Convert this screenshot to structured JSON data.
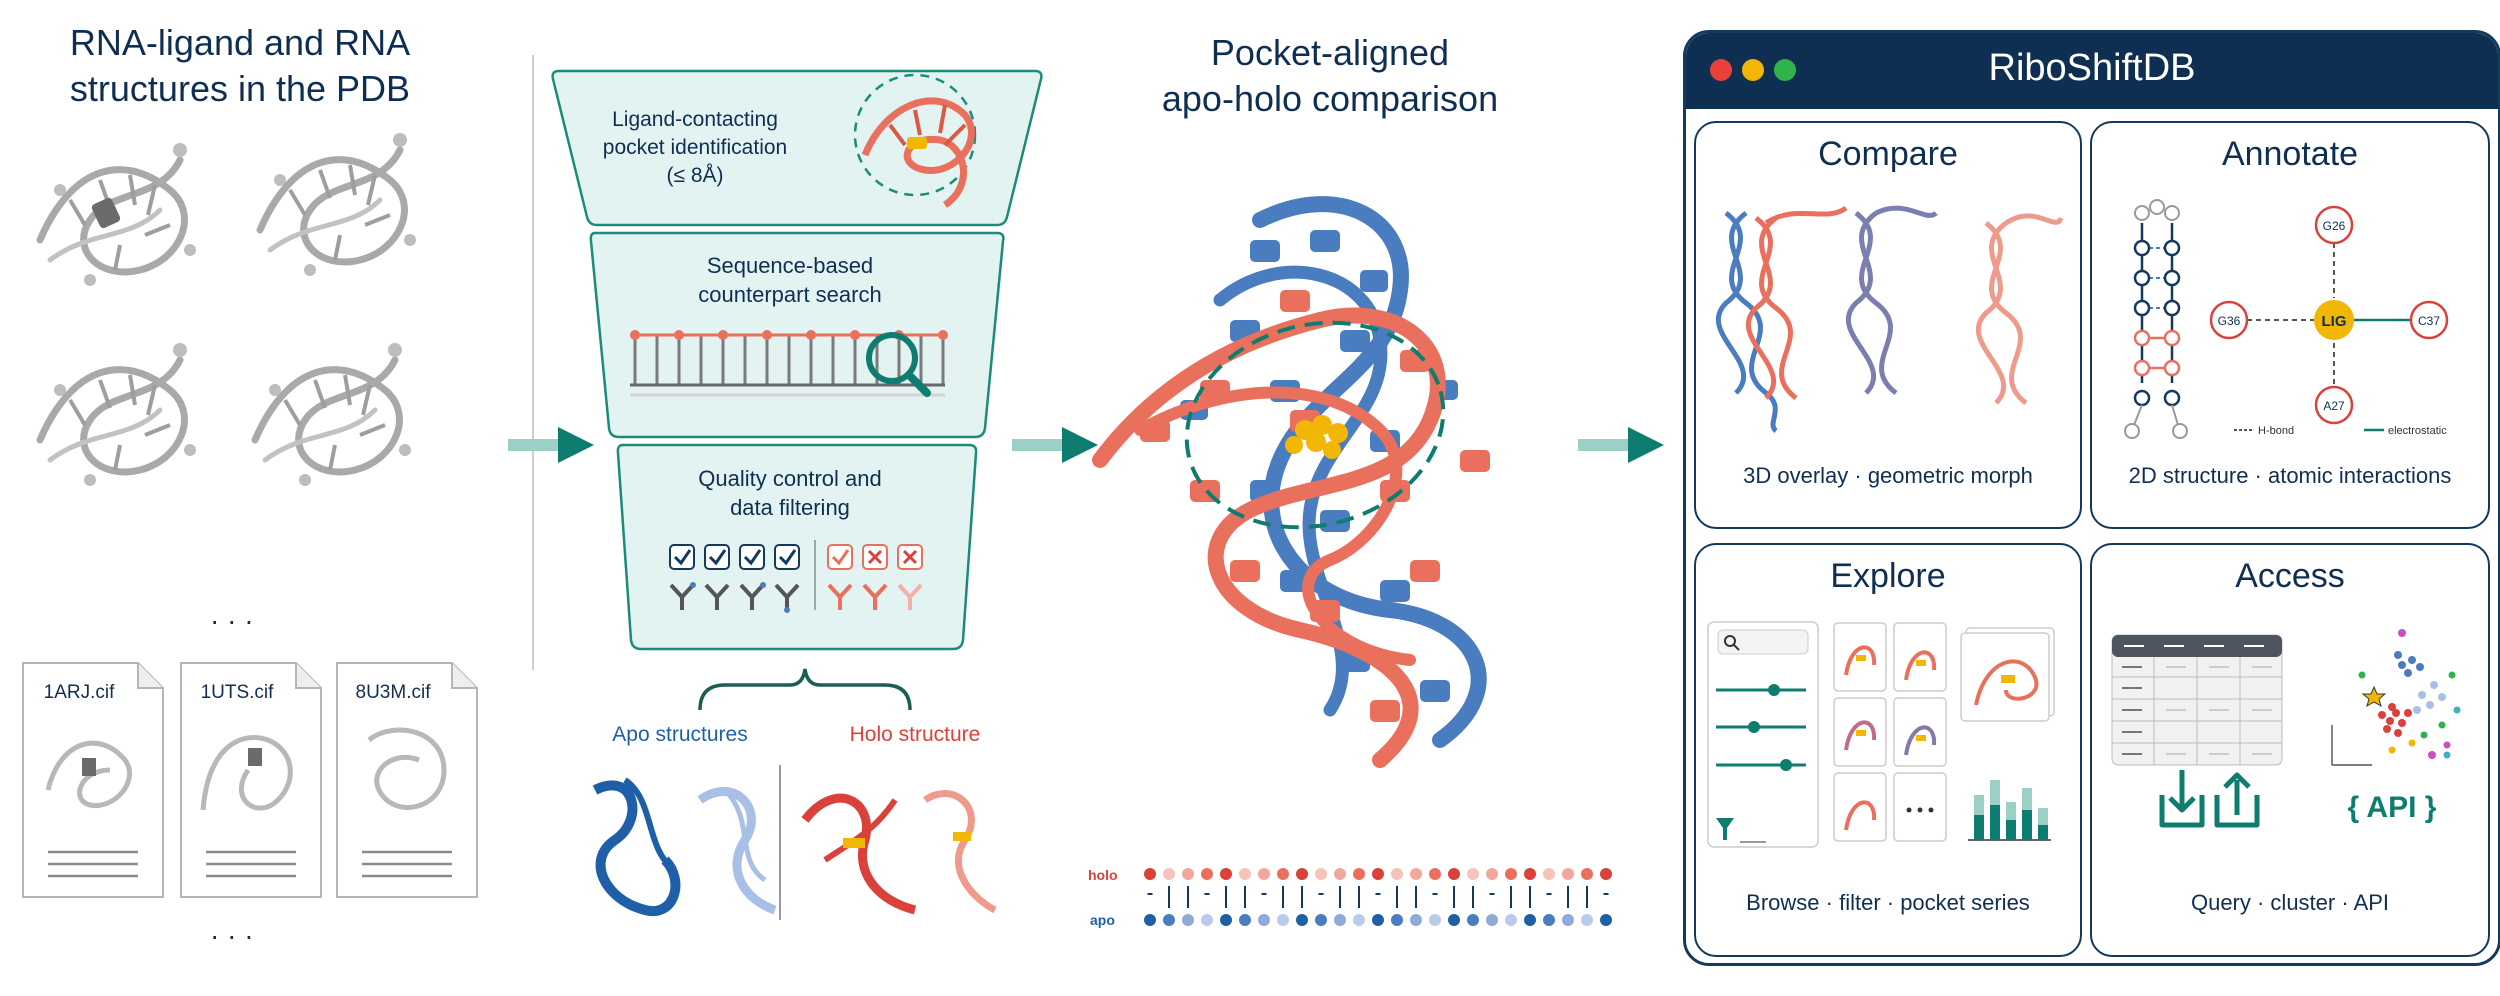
{
  "column1": {
    "title_line1": "RNA-ligand and RNA",
    "title_line2": "structures in the PDB",
    "ellipsis_top": "· · ·",
    "ellipsis_bottom": "· · ·",
    "files": [
      "1ARJ.cif",
      "1UTS.cif",
      "8U3M.cif"
    ]
  },
  "funnel": {
    "step1_line1": "Ligand-contacting",
    "step1_line2": "pocket identification",
    "step1_line3": "(≤ 8Å)",
    "step2_line1": "Sequence-based",
    "step2_line2": "counterpart search",
    "step3_line1": "Quality control and",
    "step3_line2": "data filtering",
    "apo_label": "Apo structures",
    "holo_label": "Holo structure"
  },
  "comparison": {
    "title_line1": "Pocket-aligned",
    "title_line2": "apo-holo comparison",
    "row_holo": "holo",
    "row_apo": "apo"
  },
  "app": {
    "name": "RiboShiftDB",
    "panels": {
      "compare": {
        "title": "Compare",
        "caption": "3D overlay · geometric morph"
      },
      "annotate": {
        "title": "Annotate",
        "caption": "2D structure · atomic interactions",
        "ligand": "LIG",
        "residues": [
          "G26",
          "G36",
          "C37",
          "A27"
        ],
        "legend_hbond": "H-bond",
        "legend_electro": "electrostatic"
      },
      "explore": {
        "title": "Explore",
        "caption": "Browse · filter · pocket series"
      },
      "access": {
        "title": "Access",
        "caption": "Query · cluster · API",
        "api": "{ API }"
      }
    }
  },
  "colors": {
    "navy": "#0f2f52",
    "teal": "#0e7c6e",
    "apo_blue": "#4a7cc0",
    "holo_red": "#e8705d",
    "ligand_gold": "#f2b705",
    "funnel_fill": "#e3f3f1"
  }
}
